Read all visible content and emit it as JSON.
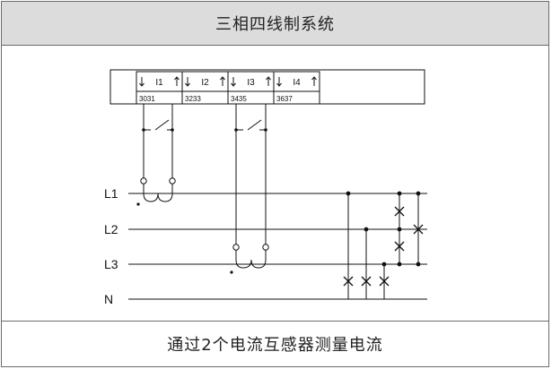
{
  "header": {
    "title": "三相四线制系统"
  },
  "footer": {
    "caption": "通过2个电流互感器测量电流"
  },
  "terminal_block": {
    "channels": [
      {
        "label": "I1",
        "pins": "3031"
      },
      {
        "label": "I2",
        "pins": "3233"
      },
      {
        "label": "I3",
        "pins": "3435"
      },
      {
        "label": "I4",
        "pins": "3637"
      }
    ]
  },
  "lines": [
    "L1",
    "L2",
    "L3",
    "N"
  ],
  "colors": {
    "line": "#111111",
    "header_bg": "#dcdcdc",
    "border": "#6b6b6b"
  }
}
